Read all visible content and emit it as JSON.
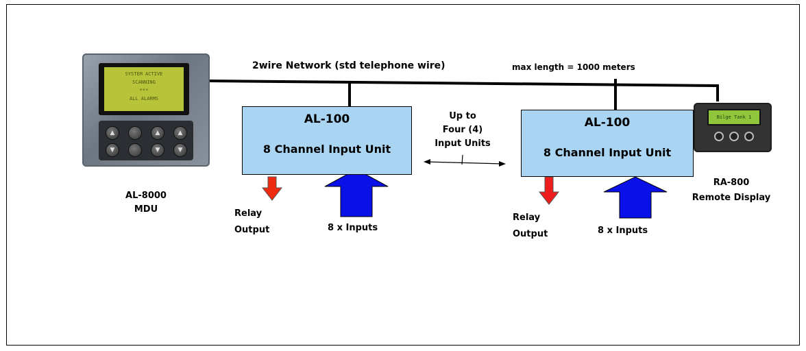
{
  "network_label": "2wire Network (std telephone wire)",
  "max_length_label": "max length = 1000 meters",
  "mdu": {
    "screen_lines": [
      "SYSTEM ACTIVE",
      "SCANNING",
      "***",
      "ALL ALARMS"
    ],
    "name": "AL-8000",
    "sub": "MDU"
  },
  "input_units": [
    {
      "title": "AL-100",
      "subtitle": "8 Channel Input Unit",
      "relay_line1": "Relay",
      "relay_line2": "Output",
      "inputs": "8 x Inputs"
    },
    {
      "title": "AL-100",
      "subtitle": "8 Channel Input Unit",
      "relay_line1": "Relay",
      "relay_line2": "Output",
      "inputs": "8 x Inputs"
    }
  ],
  "up_to": {
    "line1": "Up to",
    "line2": "Four (4)",
    "line3": "Input Units"
  },
  "remote": {
    "screen_text": "Bilge Tank 1",
    "name": "RA-800",
    "sub": "Remote Display"
  },
  "colors": {
    "unit_fill": "#a9d4f2",
    "input_arrow": "#0a10e8",
    "relay_arrow": "#ee2a10"
  }
}
